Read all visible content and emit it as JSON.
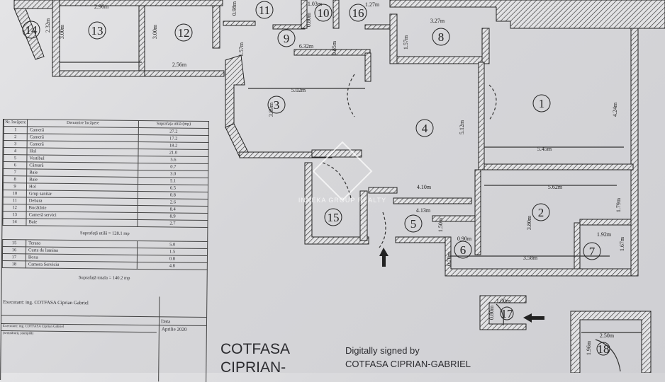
{
  "table": {
    "headers": [
      "Nr. încăpere",
      "Denumire încăpere",
      "Suprafața utilă (mp)"
    ],
    "rows": [
      [
        "1",
        "Cameră",
        "27.2"
      ],
      [
        "2",
        "Cameră",
        "17.2"
      ],
      [
        "3",
        "Cameră",
        "18.2"
      ],
      [
        "4",
        "Hol",
        "21.0"
      ],
      [
        "5",
        "Vestibul",
        "5.6"
      ],
      [
        "6",
        "Cămară",
        "0.7"
      ],
      [
        "7",
        "Baie",
        "3.0"
      ],
      [
        "8",
        "Baie",
        "5.1"
      ],
      [
        "9",
        "Hol",
        "6.5"
      ],
      [
        "10",
        "Grup sanitar",
        "0.8"
      ],
      [
        "11",
        "Debara",
        "2.6"
      ],
      [
        "12",
        "Bucătărie",
        "8.4"
      ],
      [
        "13",
        "Cameră servici",
        "8.9"
      ],
      [
        "14",
        "Baie",
        "2.7"
      ]
    ],
    "subtotal": "Suprafață utilă = 128.1 mp",
    "extra_rows": [
      [
        "15",
        "Terasa",
        "5.0"
      ],
      [
        "16",
        "Curte de lumina",
        "1.5"
      ],
      [
        "17",
        "Boxa",
        "0.8"
      ],
      [
        "18",
        "Camera Serviciu",
        "4.8"
      ]
    ],
    "total": "Suprafață totala = 140.2 mp",
    "executant": "Executant: ing. COTFASA Ciprian Gabriel",
    "executant_small": "Executant: ing. COTFASA Ciprian Gabriel",
    "signature_note": "(semnătură, ștampilă)",
    "date_label": "Data",
    "date_value": "Aprilie 2020"
  },
  "plan": {
    "rooms": [
      "1",
      "2",
      "3",
      "4",
      "5",
      "6",
      "7",
      "8",
      "9",
      "10",
      "11",
      "12",
      "13",
      "14",
      "15",
      "16",
      "17",
      "18"
    ],
    "dimensions": [
      "2.96m",
      "2.32m",
      "3.00m",
      "3.00m",
      "2.56m",
      "0.98m",
      "1.03m",
      "0.80m",
      "1.57m",
      "6.32m",
      "0.85m",
      "1.27m",
      "3.27m",
      "1.57m",
      "5.02m",
      "3.89m",
      "5.12m",
      "4.24m",
      "5.45m",
      "4.10m",
      "5.62m",
      "1.79m",
      "4.13m",
      "1.50m",
      "3.80m",
      "1.92m",
      "1.67m",
      "0.90m",
      "0.70m",
      "3.58m",
      "1.00m",
      "0.80m",
      "2.50m",
      "1.96m"
    ]
  },
  "watermark": "INNEKA GROUP REALTY",
  "signature": {
    "name_large_1": "COTFASA",
    "name_large_2": "CIPRIAN-",
    "signed_by": "Digitally signed by",
    "signer": "COTFASA CIPRIAN-GABRIEL"
  },
  "colors": {
    "ink": "#2a2a2e",
    "paper": "#dadadd"
  }
}
